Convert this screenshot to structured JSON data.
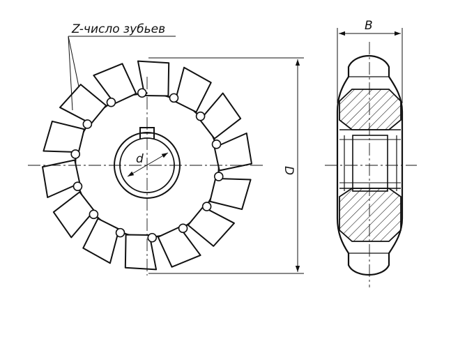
{
  "labels": {
    "teeth_count": "Z-число зубьев",
    "bore_diameter": "d",
    "outer_diameter": "D",
    "width": "B"
  },
  "colors": {
    "ink": "#111111",
    "background": "#ffffff"
  }
}
